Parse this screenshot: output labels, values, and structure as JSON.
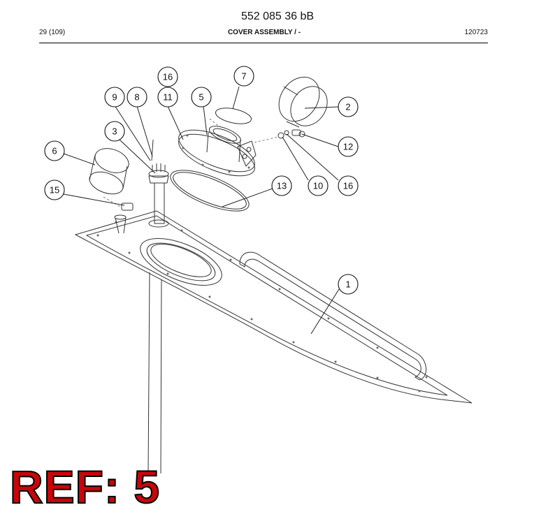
{
  "header": {
    "doc_number": "552 085 36 bB",
    "page_ref": "29 (109)",
    "section_title": "COVER ASSEMBLY / -",
    "date_code": "120723"
  },
  "callouts": [
    {
      "id": "c1",
      "label": "1"
    },
    {
      "id": "c2",
      "label": "2"
    },
    {
      "id": "c3",
      "label": "3"
    },
    {
      "id": "c5",
      "label": "5"
    },
    {
      "id": "c6",
      "label": "6"
    },
    {
      "id": "c7",
      "label": "7"
    },
    {
      "id": "c8",
      "label": "8"
    },
    {
      "id": "c9",
      "label": "9"
    },
    {
      "id": "c10",
      "label": "10"
    },
    {
      "id": "c11",
      "label": "11"
    },
    {
      "id": "c12",
      "label": "12"
    },
    {
      "id": "c13",
      "label": "13"
    },
    {
      "id": "c15",
      "label": "15"
    },
    {
      "id": "c16a",
      "label": "16"
    },
    {
      "id": "c16b",
      "label": "16"
    }
  ],
  "ref_label": "REF: 5"
}
